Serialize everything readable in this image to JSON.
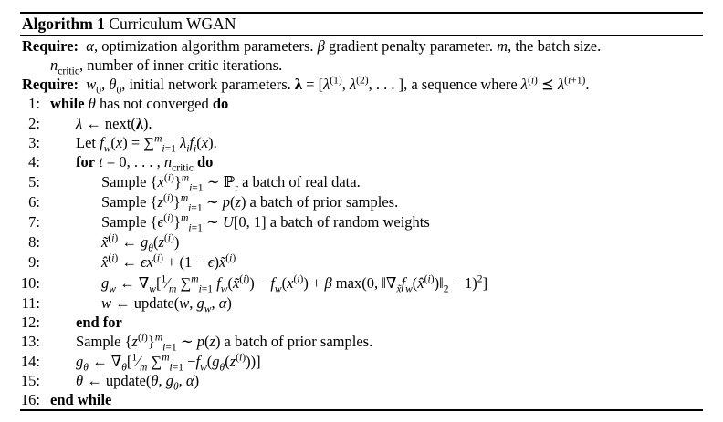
{
  "algorithm": {
    "label": "Algorithm 1",
    "name": "Curriculum WGAN"
  },
  "require": [
    {
      "keyword": "Require:",
      "text": "α, optimization algorithm parameters. β gradient penalty parameter. m, the batch size.",
      "continuation": "n_critic, number of inner critic iterations."
    },
    {
      "keyword": "Require:",
      "text": "w0, θ0, initial network parameters. λ = [λ(1), λ(2), . . . ], a sequence where λ(i) ⪯ λ(i+1)."
    }
  ],
  "lines": [
    {
      "num": "1:",
      "indent": 0,
      "kw_pre": "while",
      "text": "θ has not converged",
      "kw_post": "do"
    },
    {
      "num": "2:",
      "indent": 1,
      "text": "λ ← next(λ)."
    },
    {
      "num": "3:",
      "indent": 1,
      "text": "Let fw(x) = Σ_{i=1}^{m} λi fi(x)."
    },
    {
      "num": "4:",
      "indent": 1,
      "kw_pre": "for",
      "text": "t = 0, . . . , n_critic",
      "kw_post": "do"
    },
    {
      "num": "5:",
      "indent": 2,
      "text": "Sample {x(i)}_{i=1}^{m} ∼ ℙr a batch of real data."
    },
    {
      "num": "6:",
      "indent": 2,
      "text": "Sample {z(i)}_{i=1}^{m} ∼ p(z) a batch of prior samples."
    },
    {
      "num": "7:",
      "indent": 2,
      "text": "Sample {ε(i)}_{i=1}^{m} ∼ U[0, 1] a batch of random weights"
    },
    {
      "num": "8:",
      "indent": 2,
      "text": "x̃(i) ← gθ(z(i))"
    },
    {
      "num": "9:",
      "indent": 2,
      "text": "x̂(i) ← εx(i) + (1 − ε)x̃(i)"
    },
    {
      "num": "10:",
      "indent": 2,
      "text": "gw ← ∇w[ (1/m) Σ_{i=1}^{m} fw(x̃(i)) − fw(x(i)) + β max(0, ‖∇x̃ fw(x̂(i))‖2 − 1)^2 ]"
    },
    {
      "num": "11:",
      "indent": 2,
      "text": "w ← update(w, gw, α)"
    },
    {
      "num": "12:",
      "indent": 1,
      "kw_pre": "end for",
      "text": ""
    },
    {
      "num": "13:",
      "indent": 1,
      "text": "Sample {z(i)}_{i=1}^{m} ∼ p(z) a batch of prior samples."
    },
    {
      "num": "14:",
      "indent": 1,
      "text": "gθ ← ∇θ[ (1/m) Σ_{i=1}^{m} −fw(gθ(z(i))) ]"
    },
    {
      "num": "15:",
      "indent": 1,
      "text": "θ ← update(θ, gθ, α)"
    },
    {
      "num": "16:",
      "indent": 0,
      "kw_pre": "end while",
      "text": ""
    }
  ]
}
